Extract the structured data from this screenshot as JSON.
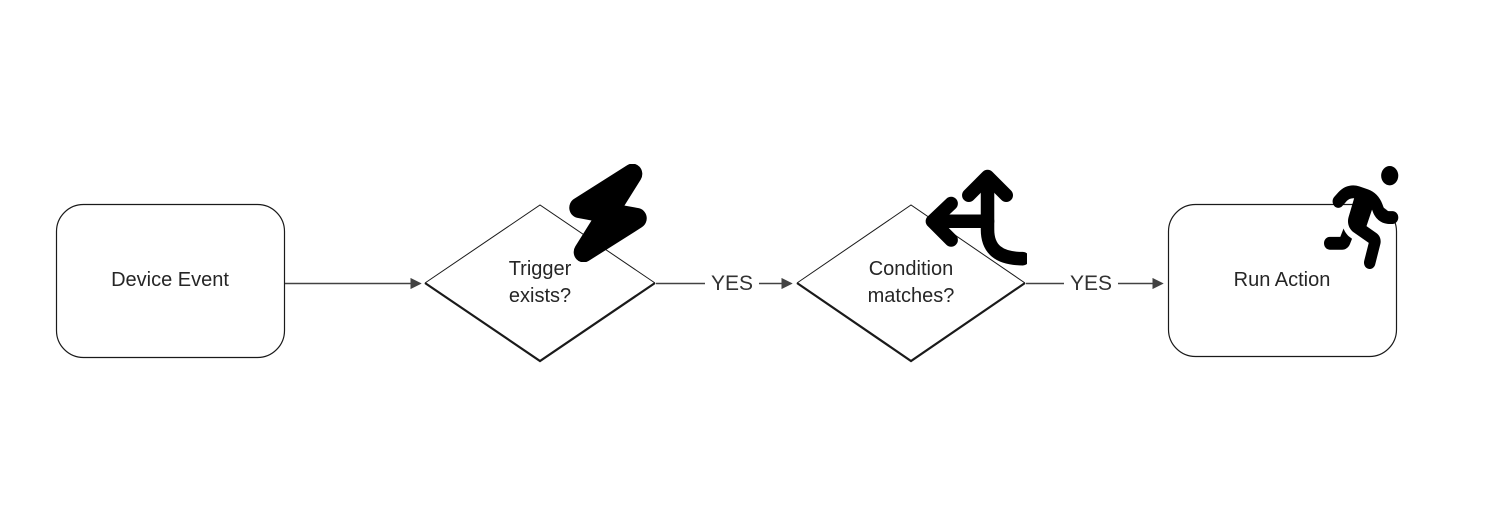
{
  "colors": {
    "background": "#ffffff",
    "shape_stroke": "#1a1a1a",
    "connector": "#424242",
    "text": "#262626",
    "icon": "#000000"
  },
  "nodes": [
    {
      "id": "device-event",
      "shape": "rounded-rectangle",
      "label": "Device Event",
      "icon": ""
    },
    {
      "id": "trigger-exists",
      "shape": "diamond",
      "label": "Trigger exists?",
      "label_lines": [
        "Trigger",
        "exists?"
      ],
      "icon": "lightning-bolt-icon"
    },
    {
      "id": "condition-matches",
      "shape": "diamond",
      "label": "Condition matches?",
      "label_lines": [
        "Condition",
        "matches?"
      ],
      "icon": "split-arrows-icon"
    },
    {
      "id": "run-action",
      "shape": "rounded-rectangle",
      "label": "Run Action",
      "icon": "person-running-icon"
    }
  ],
  "edges": [
    {
      "from": "device-event",
      "to": "trigger-exists",
      "label": ""
    },
    {
      "from": "trigger-exists",
      "to": "condition-matches",
      "label": "YES"
    },
    {
      "from": "condition-matches",
      "to": "run-action",
      "label": "YES"
    }
  ]
}
